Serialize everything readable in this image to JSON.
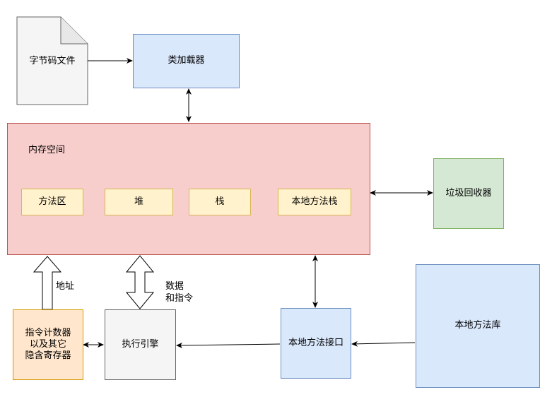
{
  "nodes": {
    "bytecode": "字节码文件",
    "classloader": "类加载器",
    "memory": "内存空间",
    "method_area": "方法区",
    "heap": "堆",
    "stack": "栈",
    "native_stack": "本地方法栈",
    "gc": "垃圾回收器",
    "registers": "指令计数器\n以及其它\n隐含寄存器",
    "engine": "执行引擎",
    "native_interface": "本地方法接口",
    "native_library": "本地方法库"
  },
  "edge_labels": {
    "address": "地址",
    "data_instructions": "数据\n和指令"
  },
  "colors": {
    "blue_fill": "#dae8fc",
    "red_fill": "#f8cecc",
    "yellow_fill": "#fff2cc",
    "green_fill": "#d5e8d4",
    "orange_fill": "#ffe6cc",
    "grey_fill": "#f5f5f5"
  }
}
